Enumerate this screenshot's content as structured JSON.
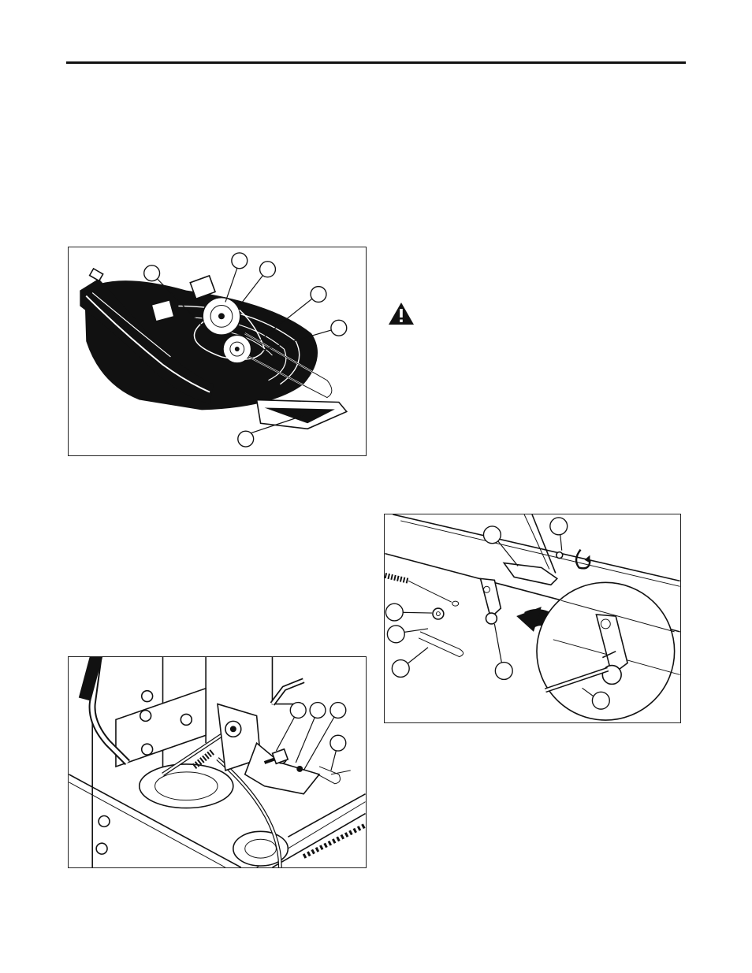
{
  "page": {
    "figures": [
      {
        "id": "deck",
        "callouts": 6
      },
      {
        "id": "linkage",
        "callouts": 7
      },
      {
        "id": "lever",
        "callouts": 4
      }
    ],
    "icons": {
      "warning": "warning-triangle-icon"
    }
  }
}
